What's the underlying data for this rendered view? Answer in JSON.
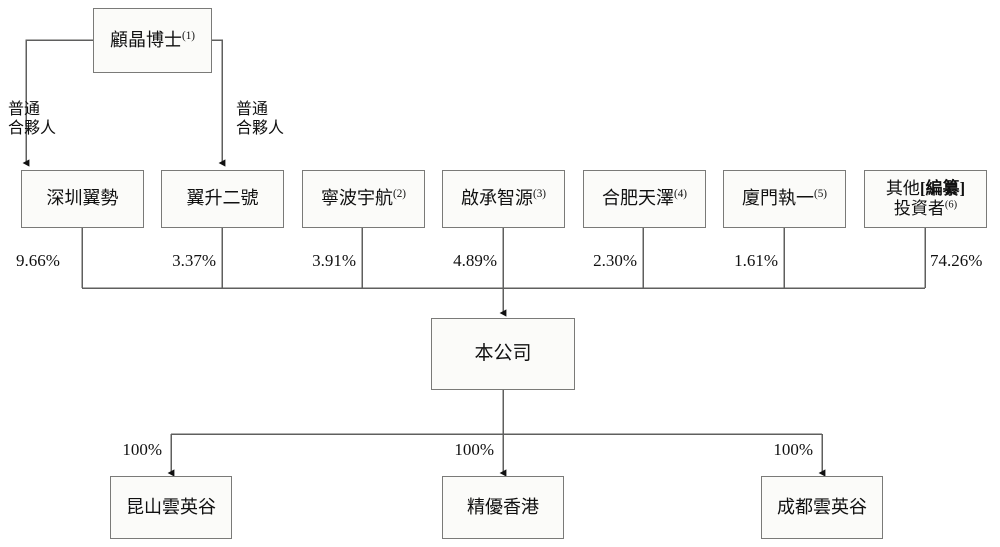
{
  "diagram": {
    "title": "Shareholding and corporate structure chart",
    "type": "org-chart",
    "stroke_color": "#7a7a78",
    "box_fill": "#fbfbf9",
    "text_color": "#111111"
  },
  "top": {
    "founder": {
      "name": "顧晶博士",
      "footnote": "(1)"
    }
  },
  "gp_notes": [
    {
      "id": "gp-left",
      "text": "普通\n合夥人"
    },
    {
      "id": "gp-right",
      "text": "普通\n合夥人"
    }
  ],
  "shareholders": [
    {
      "id": "shenzhen-yishi",
      "name": "深圳翼勢",
      "footnote": "",
      "percent": "9.66%",
      "pct_side": "left"
    },
    {
      "id": "yisheng-erhao",
      "name": "翼升二號",
      "footnote": "",
      "percent": "3.37%",
      "pct_side": "right"
    },
    {
      "id": "ningbo-yuhang",
      "name": "寧波宇航",
      "footnote": "(2)",
      "percent": "3.91%",
      "pct_side": "right"
    },
    {
      "id": "qicheng-zhiyuan",
      "name": "啟承智源",
      "footnote": "(3)",
      "percent": "4.89%",
      "pct_side": "right"
    },
    {
      "id": "hefei-tianze",
      "name": "合肥天澤",
      "footnote": "(4)",
      "percent": "2.30%",
      "pct_side": "right"
    },
    {
      "id": "xiamen-zhiyi",
      "name": "廈門執一",
      "footnote": "(5)",
      "percent": "1.61%",
      "pct_side": "right"
    },
    {
      "id": "other-investors",
      "name_prefix": "其他",
      "name_bracket": "[編纂]",
      "name_suffix": "\n投資者",
      "footnote": "(6)",
      "percent": "74.26%",
      "pct_side": "left"
    }
  ],
  "company": {
    "id": "the-company",
    "name": "本公司"
  },
  "subsidiaries": [
    {
      "id": "kunshan-yunyinggu",
      "name": "昆山雲英谷",
      "percent": "100%"
    },
    {
      "id": "jingyou-hongkong",
      "name": "精優香港",
      "percent": "100%"
    },
    {
      "id": "chengdu-yunyinggu",
      "name": "成都雲英谷",
      "percent": "100%"
    }
  ]
}
